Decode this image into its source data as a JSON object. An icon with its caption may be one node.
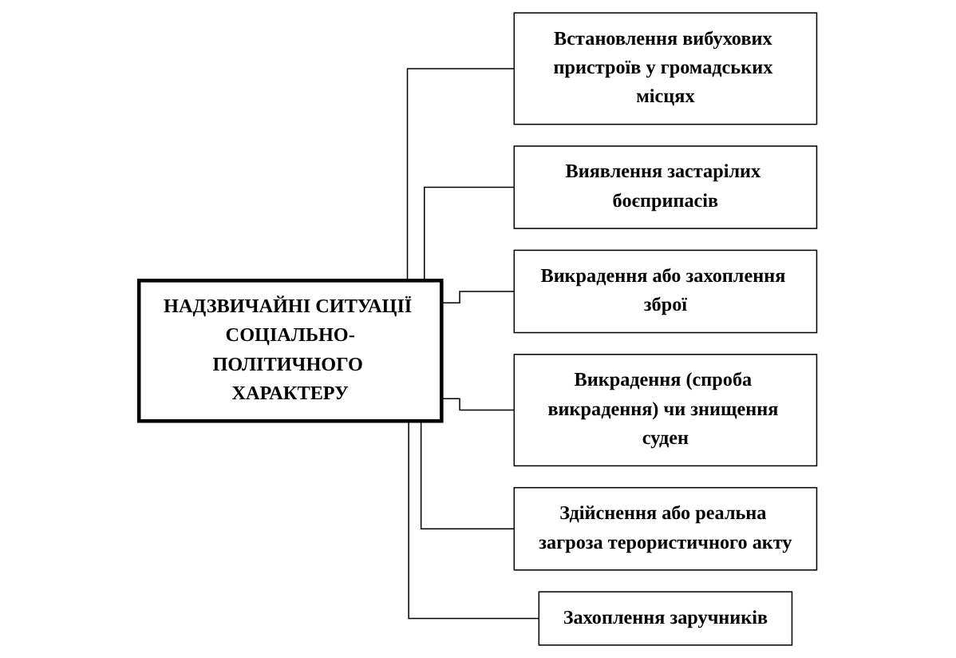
{
  "diagram": {
    "nodes": [
      {
        "text": [
          "НАДЗВИЧАЙНІ СИТУАЦІЇ СОЦІАЛЬНО-ПОЛІТИЧНОГО ХАРАКТЕРУ"
        ]
      },
      {
        "text": [
          "Встановлення вибухових пристроїв у громадських місцях"
        ]
      },
      {
        "text": [
          "Виявлення застарілих боєприпасів"
        ]
      },
      {
        "text": [
          "Викрадення або захоплення зброї"
        ]
      },
      {
        "text": [
          "Викрадення (спроба викрадення) чи знищення суден"
        ]
      },
      {
        "text": [
          "Здійснення або реальна загроза терористичного акту"
        ]
      },
      {
        "text": [
          "Захоплення заручників"
        ]
      }
    ],
    "edges": [
      {
        "from": 0,
        "to": 1,
        "arrow": "none"
      },
      {
        "from": 0,
        "to": 2,
        "arrow": "none"
      },
      {
        "from": 0,
        "to": 3,
        "arrow": "none"
      },
      {
        "from": 0,
        "to": 4,
        "arrow": "none"
      },
      {
        "from": 0,
        "to": 5,
        "arrow": "none"
      },
      {
        "from": 0,
        "to": 6,
        "arrow": "none"
      }
    ]
  }
}
